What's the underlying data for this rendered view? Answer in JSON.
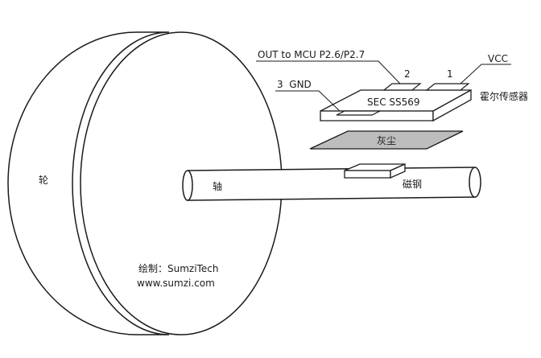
{
  "diagram": {
    "wheel_label": "轮",
    "shaft_label": "轴",
    "magnet_label": "磁钢",
    "dust_label": "灰尘",
    "sensor_chip_label": "SEC SS569",
    "sensor_name": "霍尔传感器",
    "pin1_number": "1",
    "pin2_number": "2",
    "pin3_label": "3  GND",
    "pin1_signal": "VCC",
    "pin2_signal": "OUT to MCU P2.6/P2.7",
    "credit_line1": "绘制：SumziTech",
    "credit_line2": "www.sumzi.com"
  },
  "colors": {
    "stroke": "#1a1a1a",
    "dust_fill": "#bdbdbd",
    "background": "#ffffff"
  }
}
